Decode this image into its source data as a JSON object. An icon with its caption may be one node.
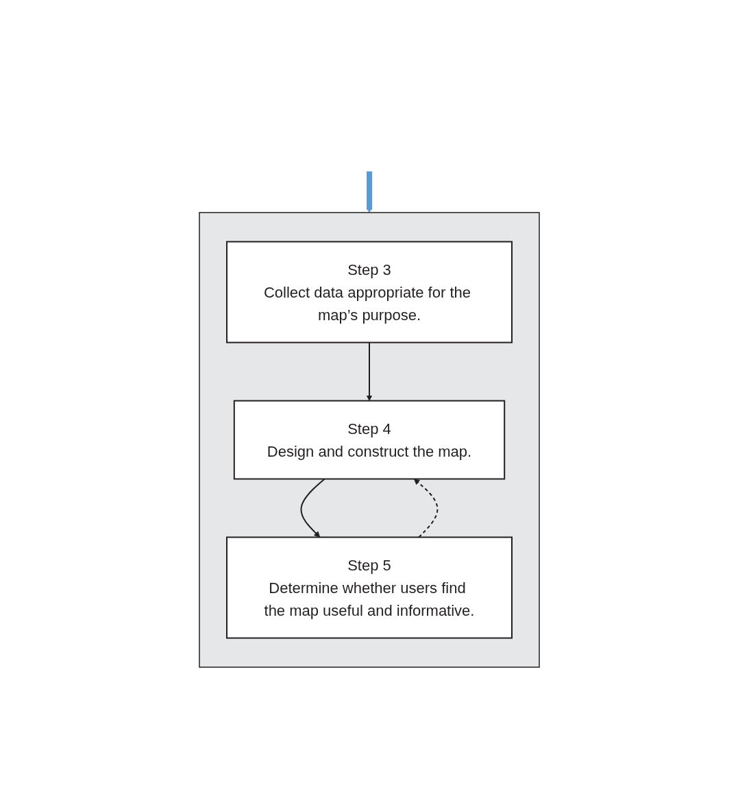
{
  "diagram": {
    "nodes": [
      {
        "text": [],
        "shape": "box"
      },
      {
        "text": [
          "Step 3",
          "Collect data appropriate for the map’s purpose."
        ],
        "in": 0
      },
      {
        "text": [
          "Step 4",
          "Design and construct the map."
        ],
        "in": 0
      },
      {
        "text": [
          "Step 5",
          "Determine whether users find the map useful and informative."
        ],
        "in": 0
      }
    ],
    "edges": [
      {
        "from": 1,
        "to": 2,
        "arrow": "to"
      },
      {
        "from": 2,
        "to": 3,
        "arrow": "to"
      },
      {
        "from": 3,
        "to": 2,
        "arrow": "to",
        "style": "dashed"
      },
      {
        "from": null,
        "to": 0,
        "arrow": "to",
        "style": "thick",
        "color": "#5b9bd5"
      }
    ]
  }
}
